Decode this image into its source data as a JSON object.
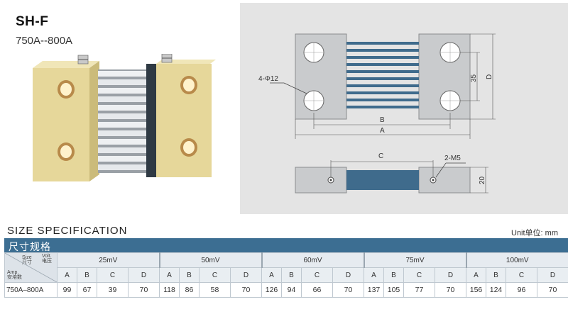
{
  "header": {
    "title": "SH-F",
    "subtitle": "750A--800A"
  },
  "drawing": {
    "labels": {
      "holes": "4-Φ12",
      "b": "B",
      "a": "A",
      "c": "C",
      "screws": "2-M5",
      "dim_35": "35",
      "dim_d": "D",
      "dim_20": "20"
    }
  },
  "spec": {
    "title": "SIZE SPECIFICATION",
    "unit": "Unit单位: mm",
    "header_cn": "尺寸规格",
    "corner": {
      "size_en": "Size",
      "size_cn": "尺寸",
      "volt_en": "Volt.",
      "volt_cn": "电压",
      "amp_en": "Amp.",
      "amp_cn": "安培数"
    },
    "groups": [
      {
        "voltage": "25mV",
        "values": [
          "99",
          "67",
          "39",
          "70"
        ]
      },
      {
        "voltage": "50mV",
        "values": [
          "118",
          "86",
          "58",
          "70"
        ]
      },
      {
        "voltage": "60mV",
        "values": [
          "126",
          "94",
          "66",
          "70"
        ]
      },
      {
        "voltage": "75mV",
        "values": [
          "137",
          "105",
          "77",
          "70"
        ]
      },
      {
        "voltage": "100mV",
        "values": [
          "156",
          "124",
          "96",
          "70"
        ]
      }
    ],
    "columns": [
      "A",
      "B",
      "C",
      "D"
    ],
    "row_label": "750A–800A"
  },
  "colors": {
    "header_bar": "#3c6e92",
    "block_brass": "#e6d79a",
    "strip_blue": "#3f6b8c",
    "panel_bg": "#e4e4e4"
  }
}
